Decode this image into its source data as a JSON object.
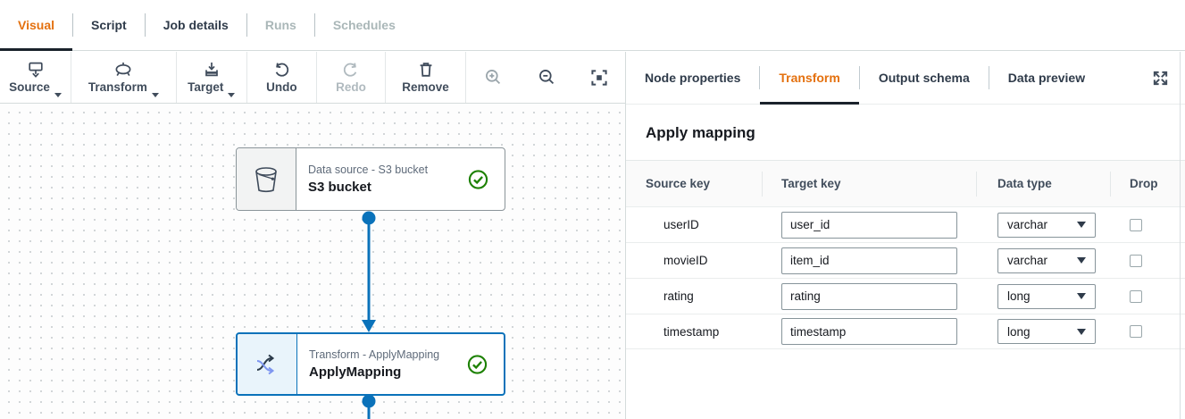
{
  "topbar": {
    "tabs": [
      {
        "label": "Visual",
        "state": "active"
      },
      {
        "label": "Script",
        "state": "default"
      },
      {
        "label": "Job details",
        "state": "default"
      },
      {
        "label": "Runs",
        "state": "disabled"
      },
      {
        "label": "Schedules",
        "state": "disabled"
      }
    ]
  },
  "toolbar": {
    "source": "Source",
    "transform": "Transform",
    "target": "Target",
    "undo": "Undo",
    "redo": "Redo",
    "remove": "Remove",
    "icons": [
      "source-icon",
      "transform-icon",
      "target-icon",
      "undo-icon",
      "redo-icon",
      "trash-icon",
      "zoom-in-icon",
      "zoom-out-icon",
      "fit-view-icon"
    ]
  },
  "canvas": {
    "nodes": [
      {
        "type_label": "Data source - S3 bucket",
        "title": "S3 bucket",
        "icon": "s3-bucket-icon",
        "status": "success",
        "selected": false
      },
      {
        "type_label": "Transform - ApplyMapping",
        "title": "ApplyMapping",
        "icon": "apply-mapping-icon",
        "status": "success",
        "selected": true
      }
    ]
  },
  "panel": {
    "tabs": [
      {
        "label": "Node properties",
        "state": "default"
      },
      {
        "label": "Transform",
        "state": "active"
      },
      {
        "label": "Output schema",
        "state": "default"
      },
      {
        "label": "Data preview",
        "state": "default"
      }
    ],
    "expand_icon": "expand-icon",
    "heading": "Apply mapping",
    "table": {
      "columns": [
        "Source key",
        "Target key",
        "Data type",
        "Drop"
      ],
      "rows": [
        {
          "source_key": "userID",
          "target_key": "user_id",
          "data_type": "varchar",
          "drop": false
        },
        {
          "source_key": "movieID",
          "target_key": "item_id",
          "data_type": "varchar",
          "drop": false
        },
        {
          "source_key": "rating",
          "target_key": "rating",
          "data_type": "long",
          "drop": false
        },
        {
          "source_key": "timestamp",
          "target_key": "timestamp",
          "data_type": "long",
          "drop": false
        }
      ]
    }
  },
  "colors": {
    "accent_orange": "#e4710f",
    "active_underline": "#1a222b",
    "selection_blue": "#0a72ba",
    "success_green": "#1d8102",
    "disabled_gray": "#aab7b8"
  }
}
